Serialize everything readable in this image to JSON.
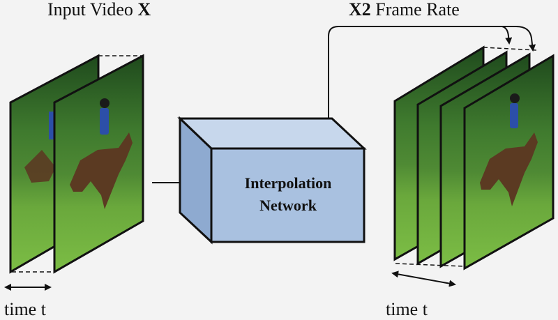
{
  "input_label": {
    "prefix": "Input Video ",
    "bold": "X"
  },
  "output_label": {
    "bold": "X2",
    "suffix": " Frame Rate"
  },
  "network": {
    "line1": "Interpolation",
    "line2": "Network"
  },
  "time_label_left": "time t",
  "time_label_right": "time t",
  "colors": {
    "box_front": "#a9c1e0",
    "box_top": "#c7d7ec",
    "box_side": "#8eaad0",
    "stroke": "#111111",
    "background": "#f3f3f3"
  },
  "frames": {
    "input_count": 2,
    "output_count": 4
  }
}
